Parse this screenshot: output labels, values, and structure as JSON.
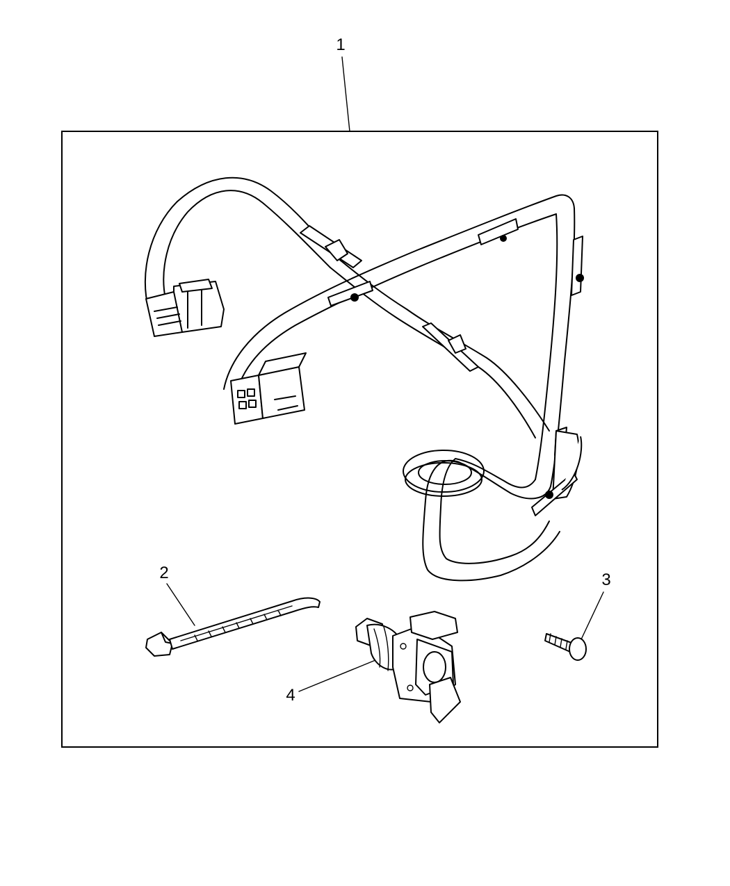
{
  "callouts": {
    "item1": "1",
    "item2": "2",
    "item3": "3",
    "item4": "4"
  },
  "parts": [
    {
      "callout": "1",
      "part": "trailer-tow-wiring-harness"
    },
    {
      "callout": "2",
      "part": "cable-tie-strap"
    },
    {
      "callout": "3",
      "part": "screw"
    },
    {
      "callout": "4",
      "part": "seven-way-trailer-connector"
    }
  ],
  "colors": {
    "line": "#000000",
    "background": "#ffffff"
  }
}
